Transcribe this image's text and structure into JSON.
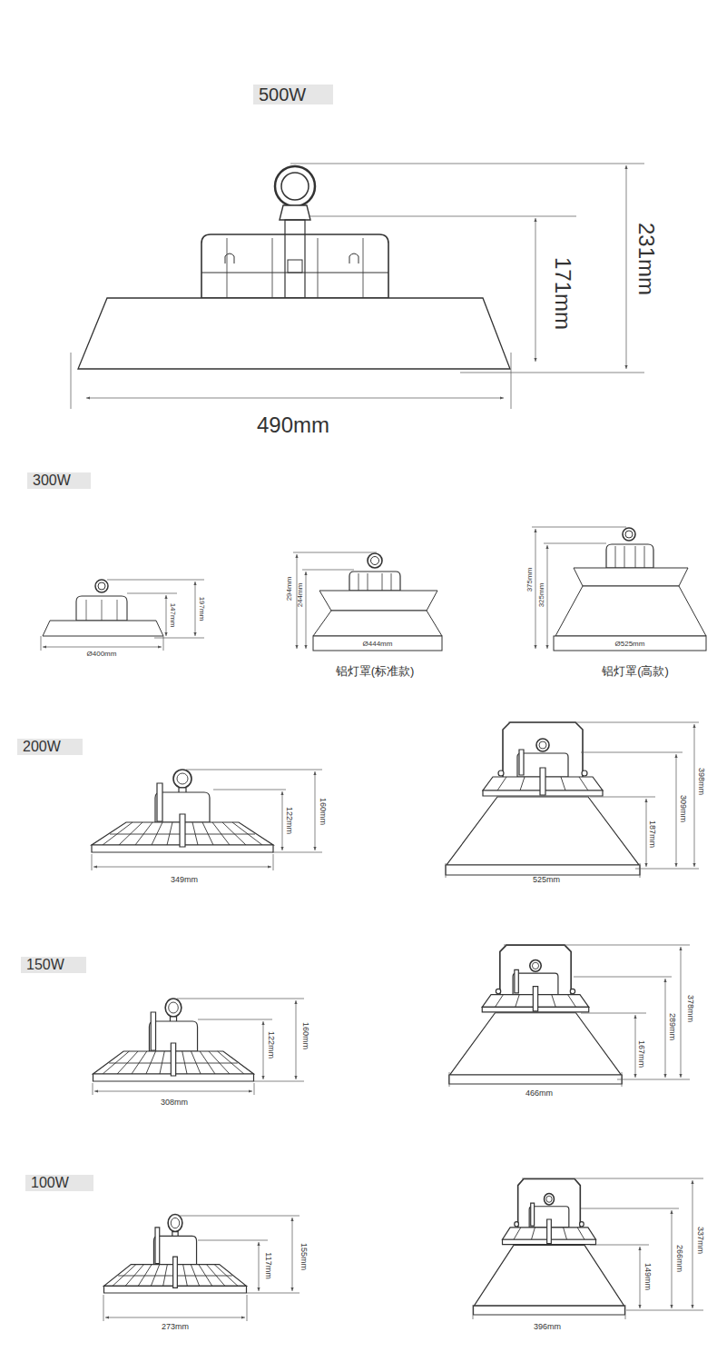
{
  "diagram": {
    "nodes": [
      {
        "text": [
          "500W"
        ]
      },
      {
        "text": [
          "300W"
        ]
      },
      {
        "text": [
          "200W"
        ]
      },
      {
        "text": [
          "150W"
        ]
      },
      {
        "text": [
          "100W"
        ]
      }
    ],
    "labels": [
      "231mm",
      "171mm",
      "490mm",
      "197mm",
      "147mm",
      "Ø400mm",
      "294mm",
      "244mm",
      "Ø444mm",
      "铝灯罩(标准款)",
      "375mm",
      "325mm",
      "Ø525mm",
      "铝灯罩(高款)",
      "160mm",
      "122mm",
      "349mm",
      "398mm",
      "309mm",
      "187mm",
      "525mm",
      "160mm",
      "122mm",
      "308mm",
      "378mm",
      "289mm",
      "167mm",
      "466mm",
      "155mm",
      "117mm",
      "273mm",
      "337mm",
      "266mm",
      "149mm",
      "396mm"
    ]
  }
}
